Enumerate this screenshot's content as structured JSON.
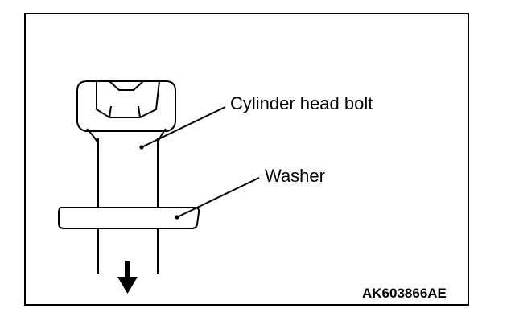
{
  "labels": {
    "bolt": "Cylinder head bolt",
    "washer": "Washer",
    "code": "AK603866AE"
  }
}
